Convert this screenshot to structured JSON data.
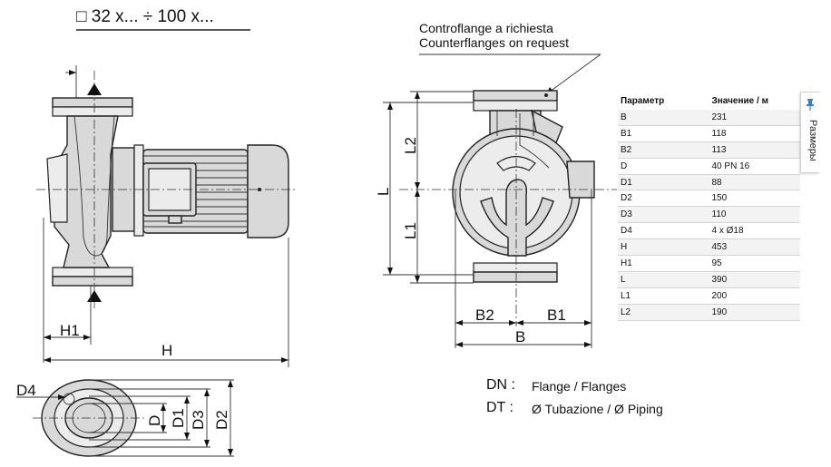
{
  "header": {
    "range": "□  32 x... ÷  100 x..."
  },
  "notes": {
    "counterflange_it": "Controflange a richiesta",
    "counterflange_en": "Counterflanges on request"
  },
  "dimension_labels": {
    "H": "H",
    "H1": "H1",
    "L": "L",
    "L1": "L1",
    "L2": "L2",
    "B": "B",
    "B1": "B1",
    "B2": "B2",
    "D": "D",
    "D1": "D1",
    "D2": "D2",
    "D3": "D3",
    "D4": "D4"
  },
  "legend": {
    "dn_key": "DN :",
    "dn_value": "Flange / Flanges",
    "dt_key": "DT :",
    "dt_value": "Ø Tubazione / Ø Piping"
  },
  "spec_table": {
    "headers": [
      "Параметр",
      "Значение / м"
    ],
    "rows": [
      [
        "B",
        "231"
      ],
      [
        "B1",
        "118"
      ],
      [
        "B2",
        "113"
      ],
      [
        "D",
        "40 PN 16"
      ],
      [
        "D1",
        "88"
      ],
      [
        "D2",
        "150"
      ],
      [
        "D3",
        "110"
      ],
      [
        "D4",
        "4 x Ø18"
      ],
      [
        "H",
        "453"
      ],
      [
        "H1",
        "95"
      ],
      [
        "L",
        "390"
      ],
      [
        "L1",
        "200"
      ],
      [
        "L2",
        "190"
      ]
    ]
  },
  "side_tab": {
    "label": "Размеры",
    "icon": "pin-icon"
  },
  "colors": {
    "part_fill": "#d9d9d9",
    "tab_icon": "#3a7bd5"
  }
}
